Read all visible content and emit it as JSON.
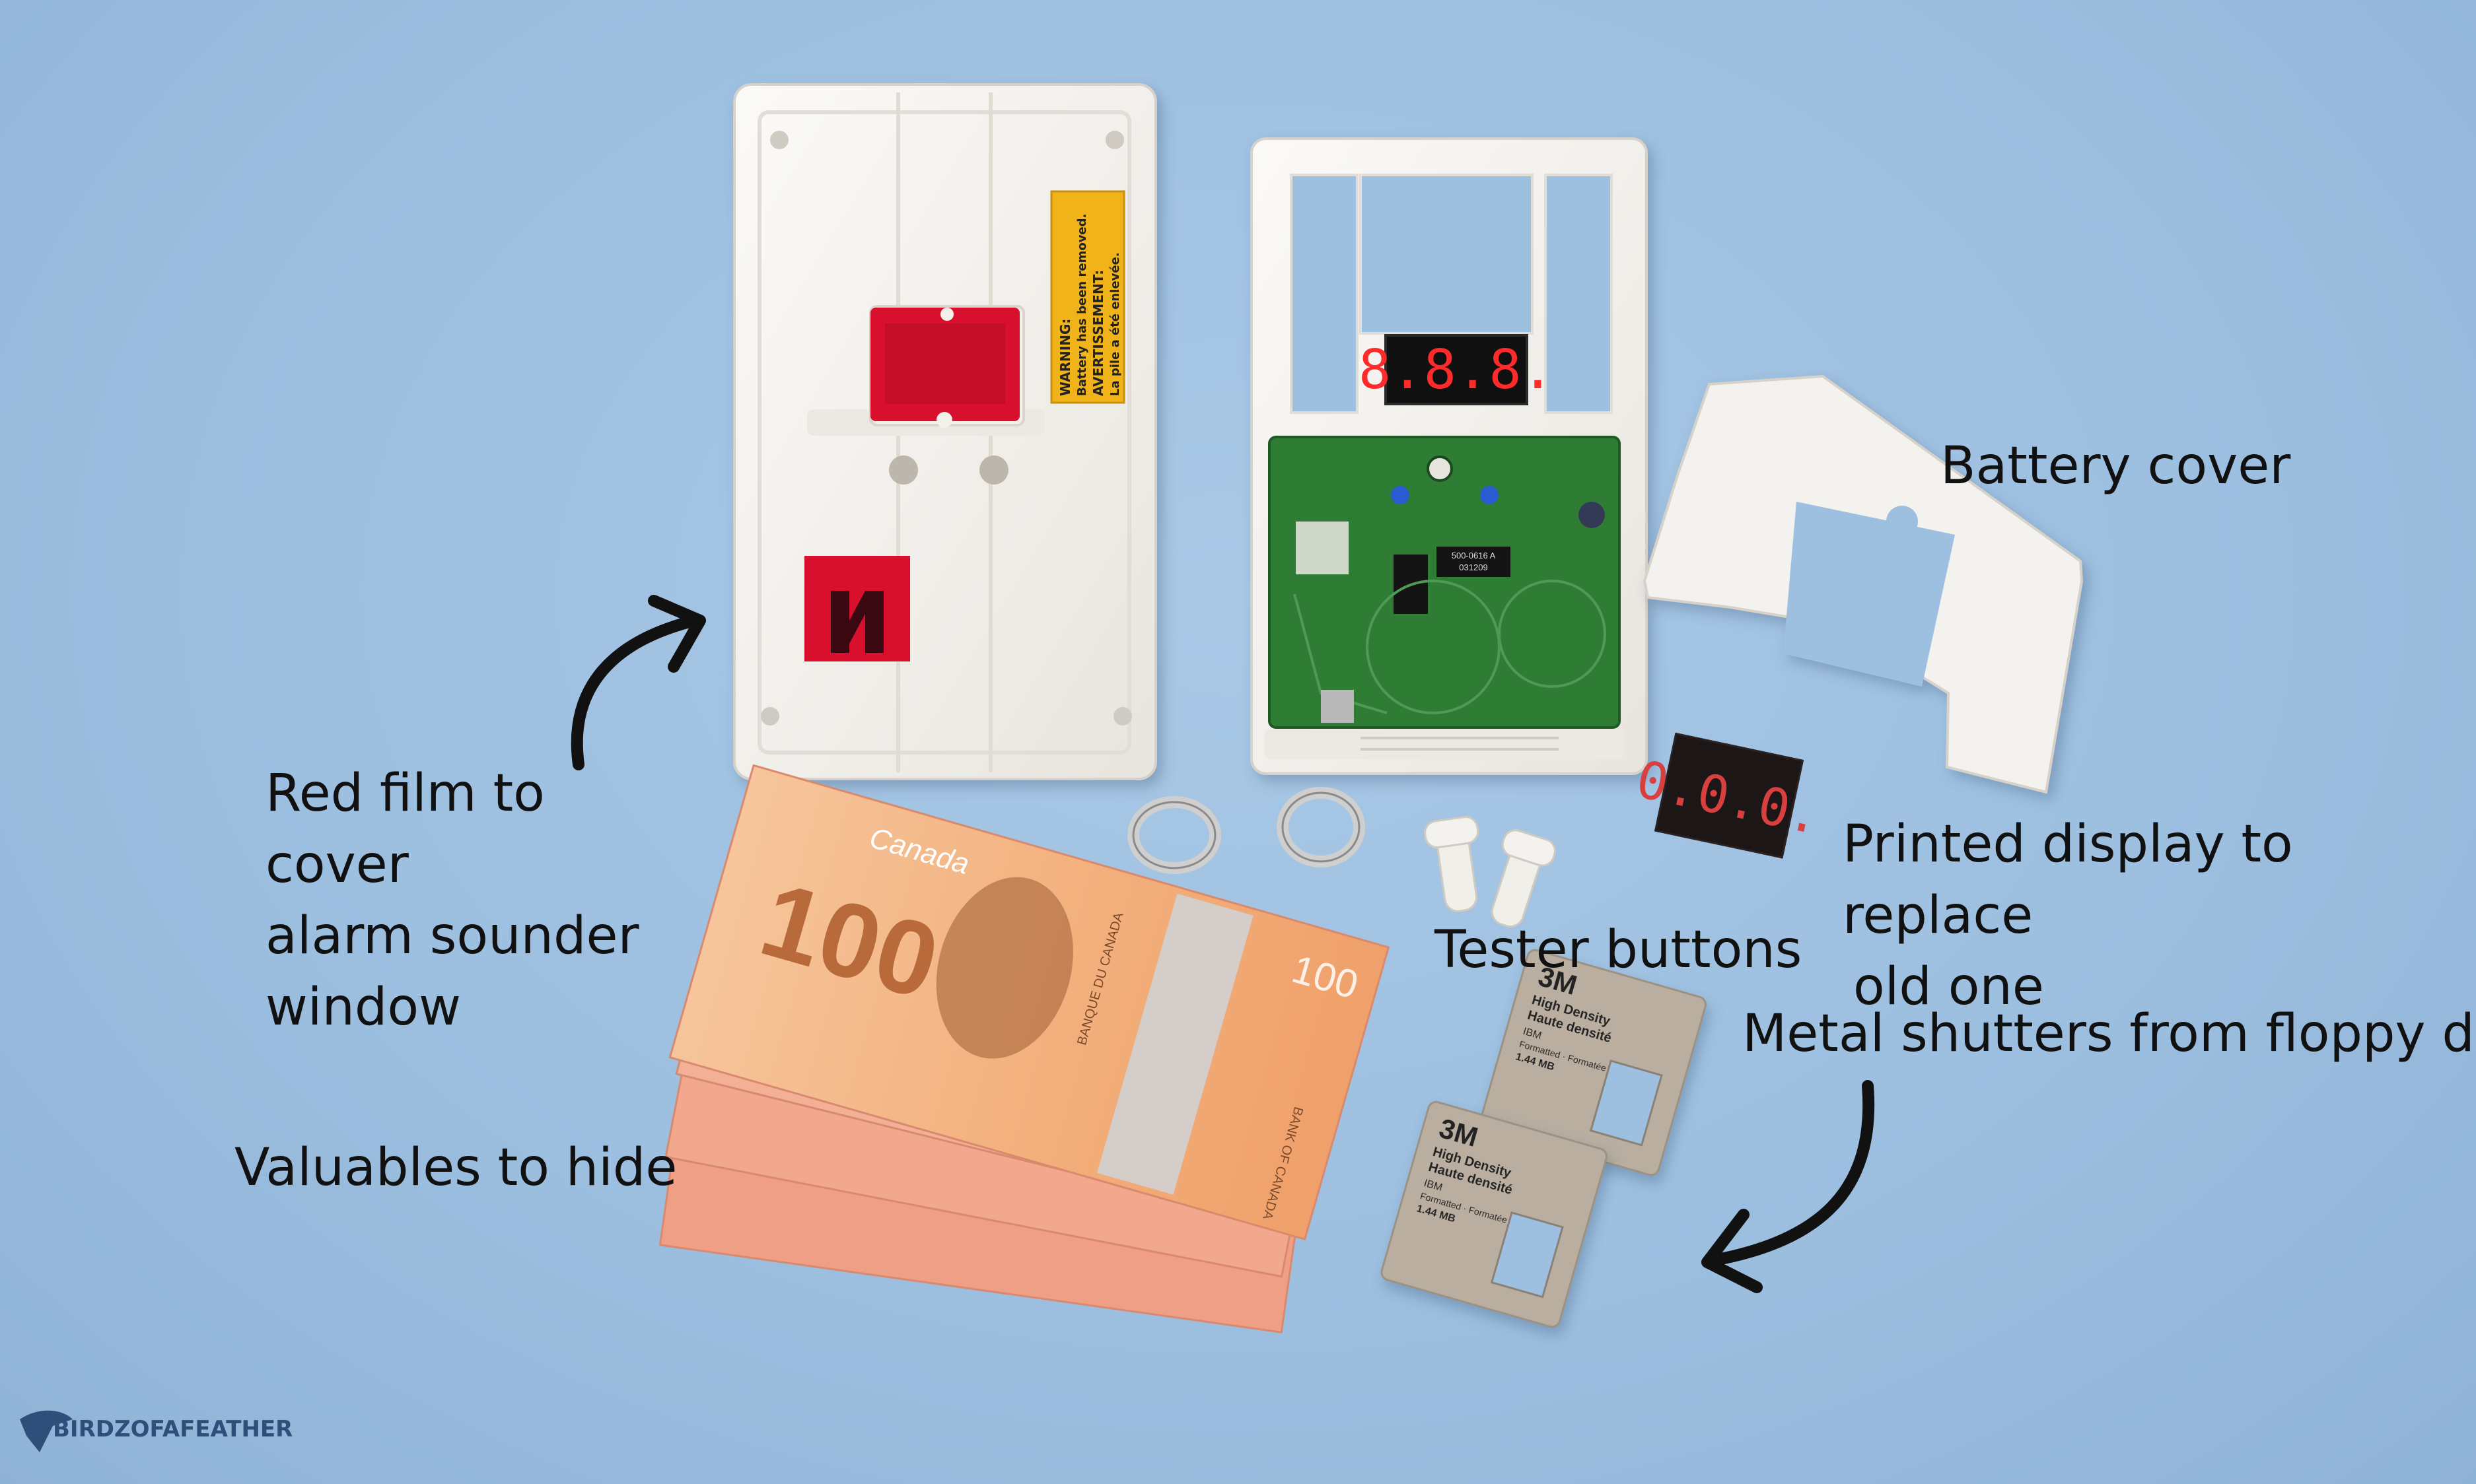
{
  "labels": {
    "battery_cover": "Battery cover",
    "red_film": [
      "Red film to cover",
      "alarm sounder",
      "window"
    ],
    "printed_display": [
      "Printed display to replace",
      "old one"
    ],
    "tester_buttons": "Tester buttons",
    "metal_shutters": "Metal shutters from floppy disk",
    "valuables": "Valuables to hide"
  },
  "warning_sticker": {
    "line1": "WARNING:",
    "line2": "Battery has been removed.",
    "line3": "AVERTISSEMENT:",
    "line4": "La pile a été enlevée."
  },
  "led_display": "8.8.8.",
  "printed_display_digits": "0.0.0.",
  "pcb_chip": {
    "line1": "500-0616 A",
    "line2": "031209"
  },
  "banknote": {
    "country": "Canada",
    "denomination": "100",
    "bank_fr": "BANQUE DU CANADA",
    "bank_en": "BANK OF CANADA"
  },
  "floppy_shutter": {
    "brand": "3M",
    "line1": "High Density",
    "line2": "Haute densité",
    "line3": "IBM",
    "line4": "Formatted · Formatée",
    "line5": "1.44 MB"
  },
  "watermark": "BIRDZOFAFEATHER",
  "colors": {
    "background": "#9dbfe0",
    "plastic": "#f4f2ee",
    "red_film": "#d8102e",
    "sticker": "#f0b41a",
    "pcb": "#2f7d34",
    "led": "#ff2a2a",
    "banknote": "#f3b88a",
    "shutter": "#b9aea0"
  }
}
